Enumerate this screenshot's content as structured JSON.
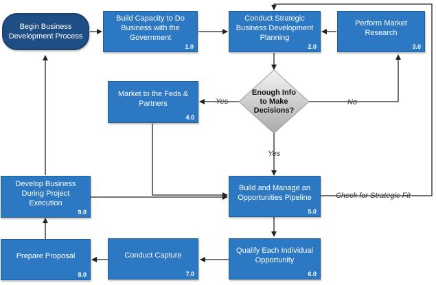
{
  "start": {
    "label": "Begin Business Development Process"
  },
  "nodes": {
    "n1": {
      "label": "Build Capacity to Do Business with the Government",
      "num": "1.0"
    },
    "n2": {
      "label": "Conduct Strategic Business Development Planning",
      "num": "2.0"
    },
    "n3": {
      "label": "Perform Market Research",
      "num": "3.0"
    },
    "n4": {
      "label": "Market to the Feds & Partners",
      "num": "4.0"
    },
    "n5": {
      "label": "Build and Manage an Opportunities Pipeline",
      "num": "5.0"
    },
    "n6": {
      "label": "Qualify Each Individual Opportunity",
      "num": "6.0"
    },
    "n7": {
      "label": "Conduct Capture",
      "num": "7.0"
    },
    "n8": {
      "label": "Prepare Proposal",
      "num": "8.0"
    },
    "n9": {
      "label": "Develop Business During Project Execution",
      "num": "9.0"
    }
  },
  "decision": {
    "label": "Enough Info to Make Decisions?"
  },
  "edge_labels": {
    "yes_left": "Yes",
    "no": "No",
    "yes_down": "Yes",
    "strategic_fit": "Check for Strategic Fit"
  },
  "colors": {
    "box": "#2c78c2",
    "start": "#1f4e85",
    "arrow": "#222222",
    "diamond": "#d0d0d0"
  }
}
